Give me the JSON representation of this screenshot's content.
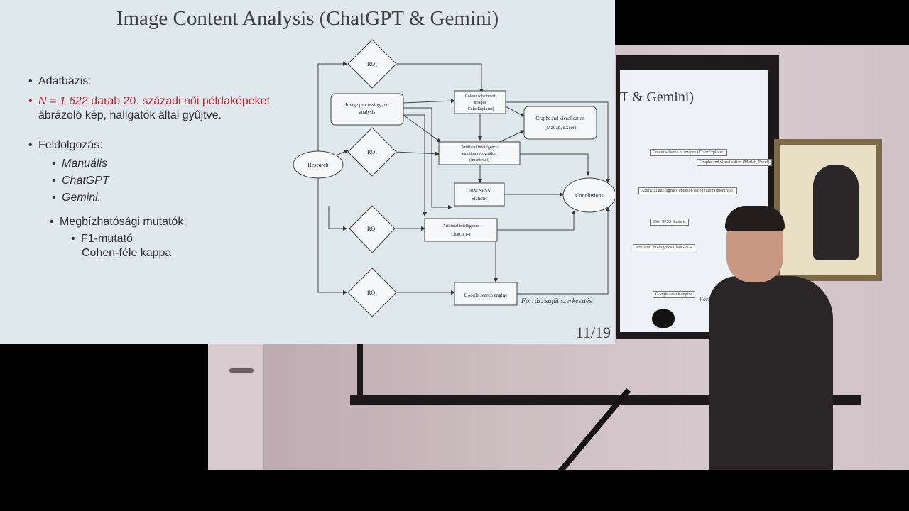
{
  "slide": {
    "title": "Image Content Analysis (ChatGPT & Gemini)",
    "page_number": "11/19",
    "bullets": {
      "database_label": "Adatbázis:",
      "n_value": "N = 1 622",
      "n_rest": " darab  20. századi női példaképeket",
      "n_line2": "ábrázoló kép, hallgatók által gyűjtve.",
      "processing_label": "Feldolgozás:",
      "processing_items": [
        "Manuális",
        "ChatGPT",
        "Gemini."
      ],
      "reliability_label": "Megbízhatósági mutatók:",
      "reliability_items": [
        "F1-mutató",
        "Cohen-féle kappa"
      ]
    },
    "diagram": {
      "research": "Research",
      "rq3": "RQ₃",
      "rq2": "RQ₂",
      "rq1": "RQ₁",
      "rq4": "RQ₄",
      "image_processing_1": "Image processing and",
      "image_processing_2": "analysis",
      "colour_1": "Colour scheme of",
      "colour_2": "images",
      "colour_3": "(ColorExplorer)",
      "graphs_1": "Graphs and visualisation",
      "graphs_2": "(Matlab, Excel)",
      "ai_emotion_1": "Artificial intelligence",
      "ai_emotion_2": "emotion recognition",
      "ai_emotion_3": "(imentiv.ai)",
      "spss_1": "IBM SPSS",
      "spss_2": "Statistic",
      "conclusions": "Conclusions",
      "ai_chatgpt_1": "Artificial intelligence",
      "ai_chatgpt_2": "ChatGPT-4",
      "google": "Google search engine",
      "source": "Forrás: saját szerkesztés"
    }
  },
  "rear_screen": {
    "title": "T & Gemini)",
    "labels": [
      "Colour scheme of images (ColorExplorer)",
      "Graphs and visualisation (Matlab, Excel)",
      "Artificial intelligence emotion recognition (imentiv.ai)",
      "IBM SPSS Statistic",
      "Artificial intelligence ChatGPT-4",
      "Google search engine"
    ],
    "source": "Forrás: saját szerk"
  }
}
